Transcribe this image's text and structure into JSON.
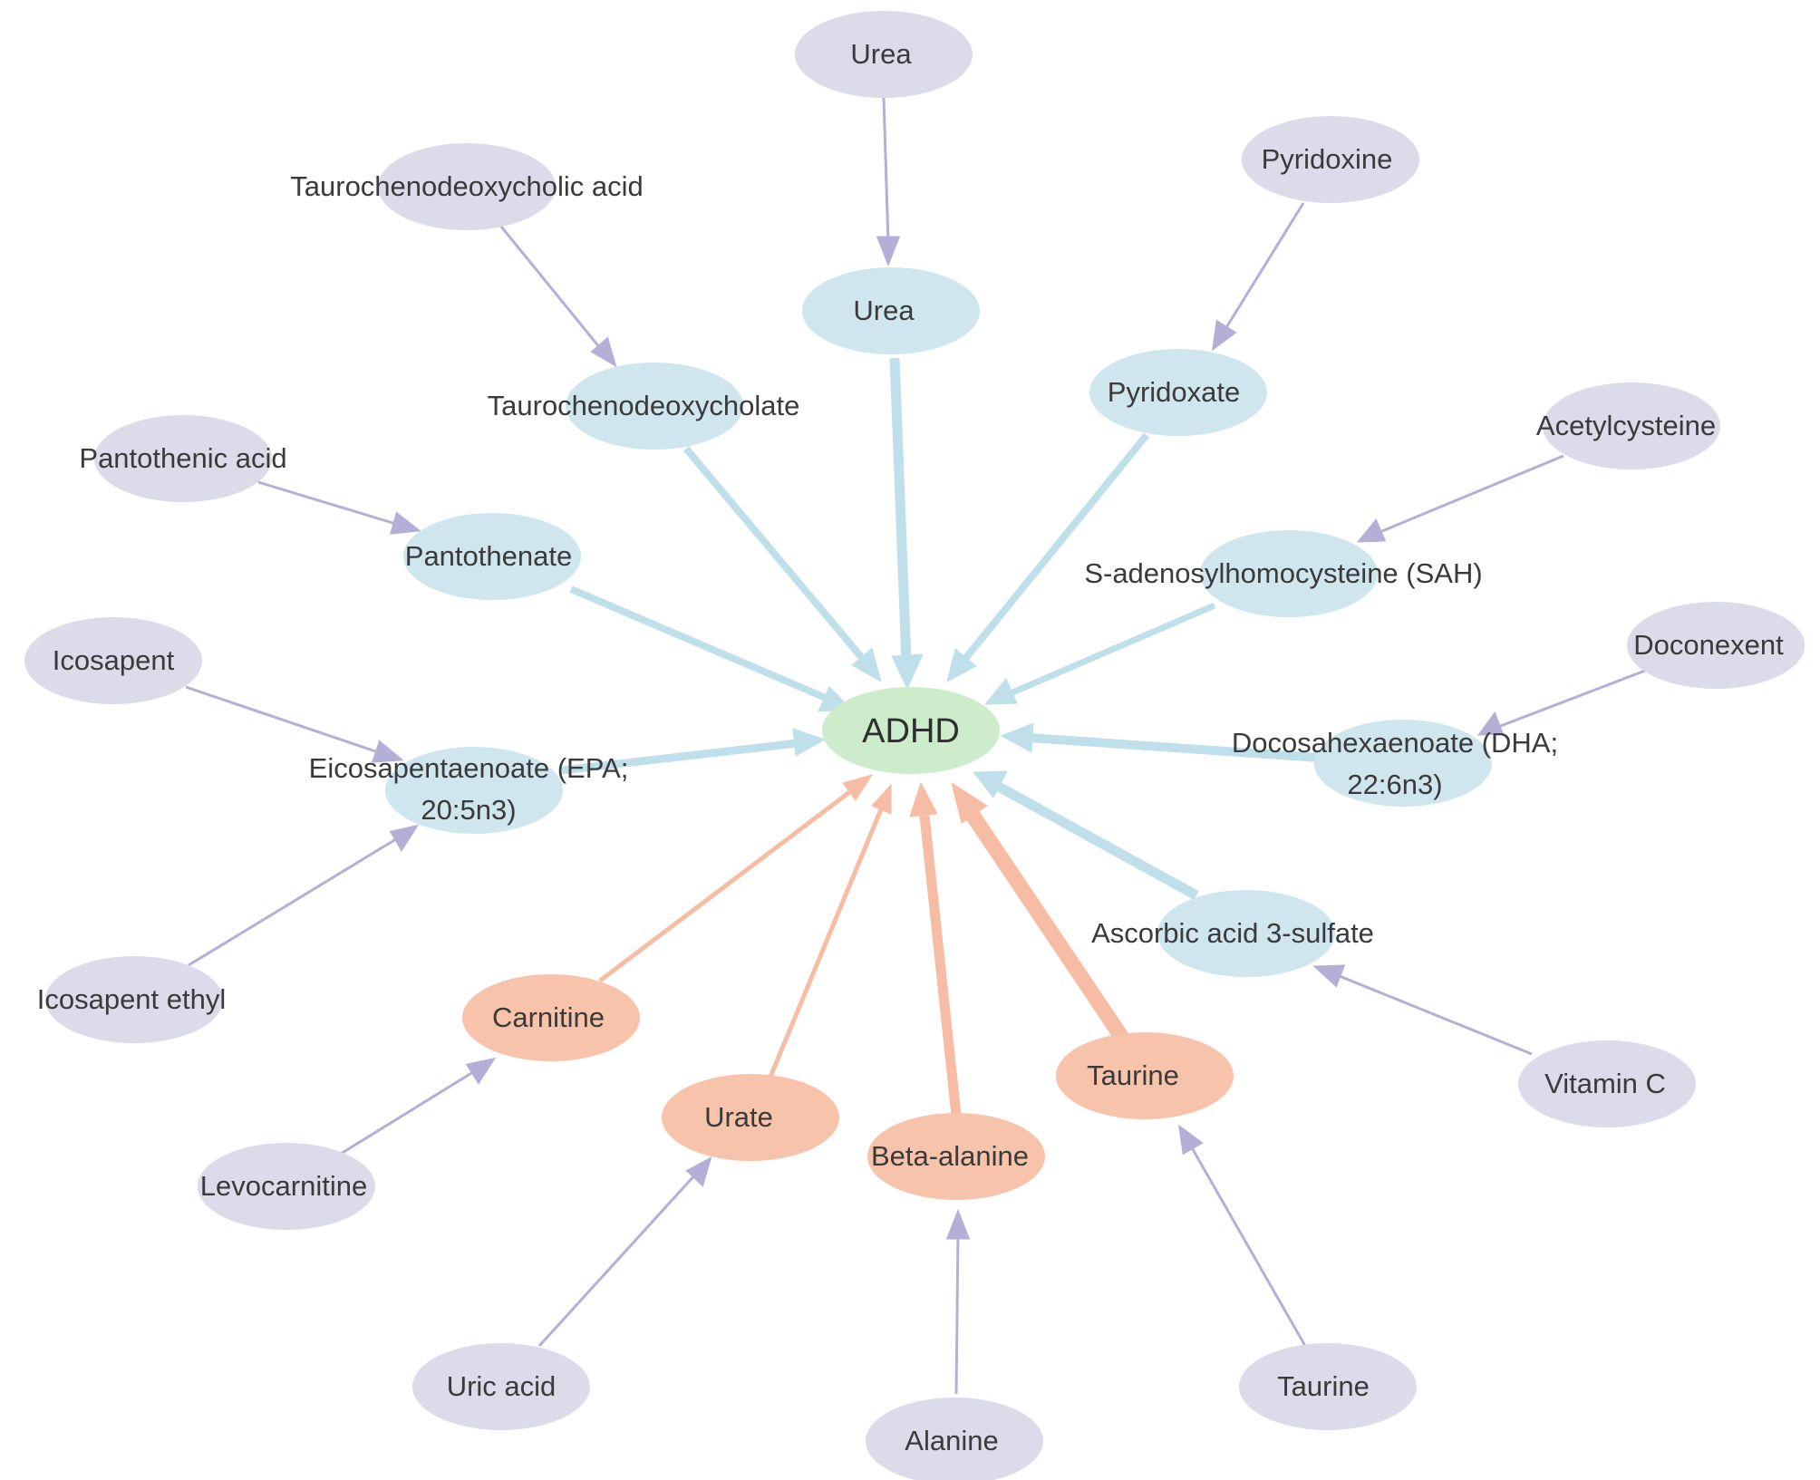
{
  "colors": {
    "center_fill": "#cdeccb",
    "metabolite_fill": "#cfe6ef",
    "positive_fill": "#f8c3ab",
    "drug_fill": "#dcdbea",
    "metabolite_edge": "#bfe0ea",
    "positive_edge": "#f6bca4",
    "drug_edge": "#b3afd6"
  },
  "nodes": {
    "center": {
      "label": "ADHD"
    },
    "urea_metabolite": {
      "label": "Urea"
    },
    "taurochenodeoxycholate": {
      "label": "Taurochenodeoxycholate"
    },
    "pyridoxate": {
      "label": "Pyridoxate"
    },
    "pantothenate": {
      "label": "Pantothenate"
    },
    "sah": {
      "label": "S-adenosylhomocysteine (SAH)"
    },
    "epa": {
      "label_line1": "Eicosapentaenoate (EPA;",
      "label_line2": "20:5n3)"
    },
    "dha": {
      "label_line1": "Docosahexaenoate (DHA;",
      "label_line2": "22:6n3)"
    },
    "ascorbic_sulfate": {
      "label": "Ascorbic acid 3-sulfate"
    },
    "carnitine": {
      "label": "Carnitine"
    },
    "urate": {
      "label": "Urate"
    },
    "beta_alanine": {
      "label": "Beta-alanine"
    },
    "taurine_metabolite": {
      "label": "Taurine"
    },
    "urea_drug": {
      "label": "Urea"
    },
    "tcdca": {
      "label": "Taurochenodeoxycholic acid"
    },
    "pyridoxine": {
      "label": "Pyridoxine"
    },
    "pantothenic_acid": {
      "label": "Pantothenic acid"
    },
    "acetylcysteine": {
      "label": "Acetylcysteine"
    },
    "icosapent": {
      "label": "Icosapent"
    },
    "doconexent": {
      "label": "Doconexent"
    },
    "icosapent_ethyl": {
      "label": "Icosapent ethyl"
    },
    "vitamin_c": {
      "label": "Vitamin C"
    },
    "levocarnitine": {
      "label": "Levocarnitine"
    },
    "uric_acid": {
      "label": "Uric acid"
    },
    "alanine": {
      "label": "Alanine"
    },
    "taurine_drug": {
      "label": "Taurine"
    }
  }
}
